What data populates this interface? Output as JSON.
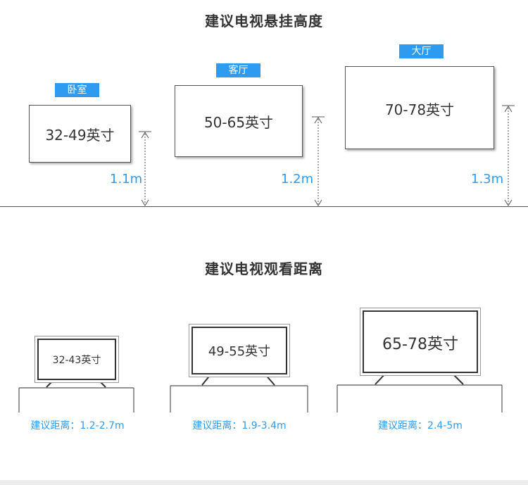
{
  "hang": {
    "title": "建议电视悬挂高度",
    "rooms": [
      {
        "tag": "卧室",
        "size": "32-49英寸",
        "height": "1.1m"
      },
      {
        "tag": "客厅",
        "size": "50-65英寸",
        "height": "1.2m"
      },
      {
        "tag": "大厅",
        "size": "70-78英寸",
        "height": "1.3m"
      }
    ]
  },
  "view": {
    "title": "建议电视观看距离",
    "tvs": [
      {
        "size": "32-43英寸",
        "distance": "建议距离：1.2-2.7m"
      },
      {
        "size": "49-55英寸",
        "distance": "建议距离：1.9-3.4m"
      },
      {
        "size": "65-78英寸",
        "distance": "建议距离：2.4-5m"
      }
    ]
  },
  "colors": {
    "accent": "#2f9bf0",
    "line": "#555555"
  }
}
